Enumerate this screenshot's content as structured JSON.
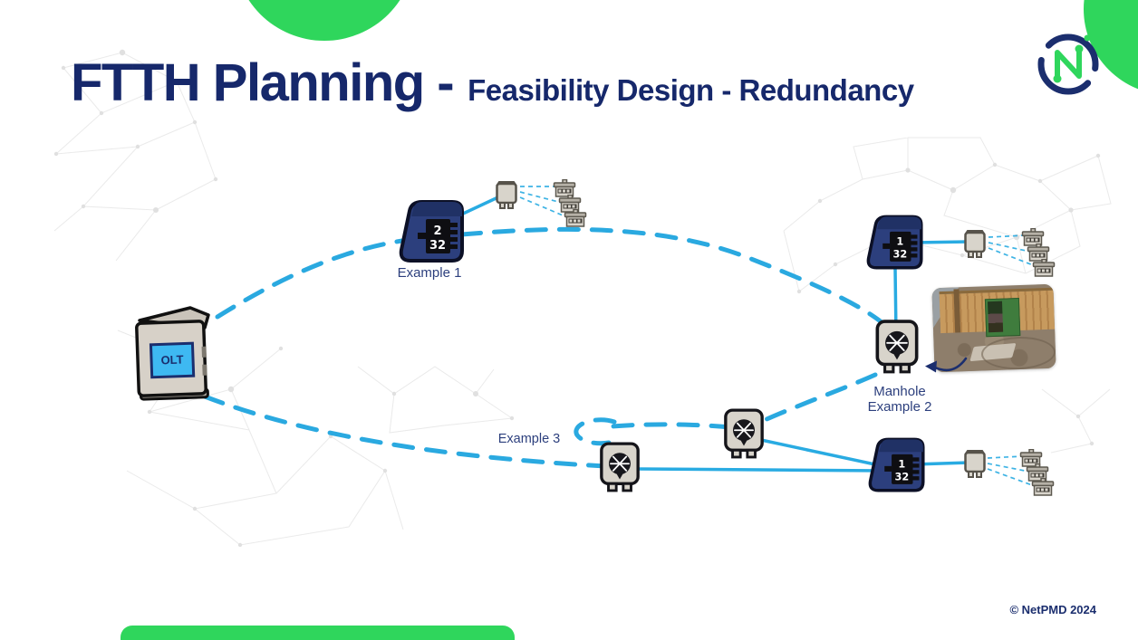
{
  "header": {
    "title": "FTTH Planning -",
    "subtitle": "Feasibility Design - Redundancy"
  },
  "branding": {
    "logo_name": "netpmd-circuit-n-logo",
    "copyright": "© NetPMD 2024"
  },
  "colors": {
    "brand_navy": "#1b2e6e",
    "accent_cyan": "#29abe2",
    "brand_green": "#2fd65c",
    "splitter_body": "#2c3f7d",
    "hardware_grey": "#d8d4cb"
  },
  "diagram": {
    "olt": {
      "label": "OLT"
    },
    "splitters": [
      {
        "id": "example1",
        "ratio_in": "2",
        "ratio_out": "32",
        "label": "Example 1"
      },
      {
        "id": "north",
        "ratio_in": "1",
        "ratio_out": "32",
        "label": ""
      },
      {
        "id": "south",
        "ratio_in": "1",
        "ratio_out": "32",
        "label": ""
      }
    ],
    "manhole_label": {
      "line1": "Manhole",
      "line2": "Example 2"
    },
    "example3_label": "Example 3",
    "icons": {
      "olt": "olt-cabinet-icon",
      "splitter": "optical-splitter-icon",
      "manhole": "manhole-chamber-icon",
      "closure": "fiber-closure-icon",
      "premises": "premises-house-icon",
      "arrow": "curved-arrow-icon",
      "photo": "manhole-site-photo"
    },
    "connections": [
      {
        "from": "olt",
        "to": "splitter-example1",
        "style": "dashed"
      },
      {
        "from": "splitter-example1",
        "to": "closure-1",
        "style": "solid"
      },
      {
        "from": "splitter-example1",
        "to": "manhole-example2",
        "style": "dashed"
      },
      {
        "from": "olt",
        "to": "manhole-a",
        "style": "dashed"
      },
      {
        "from": "manhole-example2",
        "to": "splitter-north",
        "style": "solid"
      },
      {
        "from": "splitter-north",
        "to": "closure-2",
        "style": "solid"
      },
      {
        "from": "manhole-example2",
        "to": "manhole-b",
        "style": "dashed"
      },
      {
        "from": "manhole-b",
        "to": "slack-loop-example3",
        "style": "dashed"
      },
      {
        "from": "manhole-b",
        "to": "splitter-south",
        "style": "solid"
      },
      {
        "from": "manhole-a",
        "to": "splitter-south",
        "style": "solid"
      },
      {
        "from": "splitter-south",
        "to": "closure-3",
        "style": "solid"
      },
      {
        "from": "closure-1",
        "to": "premises-x3",
        "style": "dashed-thin"
      },
      {
        "from": "closure-2",
        "to": "premises-x3",
        "style": "dashed-thin"
      },
      {
        "from": "closure-3",
        "to": "premises-x3",
        "style": "dashed-thin"
      }
    ]
  }
}
